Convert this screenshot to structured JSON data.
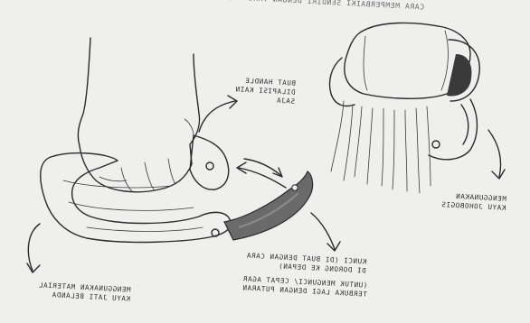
{
  "header": {
    "text": "CARA MEMPERBAIKI SENDIRI DENGAN TANGAN (KERJA)"
  },
  "labels": {
    "wrapped_handle": [
      "BUAT HANDLE",
      "DILAPISI KAIN",
      "SAJA"
    ],
    "wood_tip": [
      "KUNCI (DI BUAT DENGAN CARA",
      "DI DORONG KE DEPAN)"
    ],
    "mirror_note": [
      "(UNTUK MENGUNCI/ CEPAT AGAR",
      "TERBUKA LAGI DENGAN PUTARAN"
    ],
    "material": [
      "MENGGUNAKAN MATERIAL",
      "KAYU JATI BELANDA"
    ],
    "right": [
      "MENGGUNAKAN",
      "KAYU JOHOBOGIS"
    ]
  },
  "colors": {
    "paper": "#efefed",
    "ink": "#2b2b2b",
    "metal_dark": "#555555",
    "metal_light": "#7a7a7a"
  }
}
